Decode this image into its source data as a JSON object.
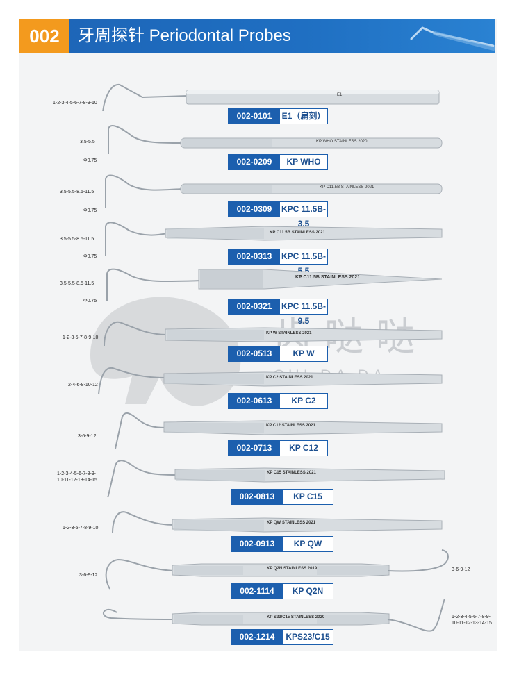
{
  "header": {
    "badge": "002",
    "title": "牙周探针 Periodontal Probes"
  },
  "watermark": {
    "cn": "齿哒哒",
    "en": "CHI DA DA"
  },
  "products": [
    {
      "code": "002-0101",
      "name": "E1（扁刻）",
      "markings": "1-2-3-4-5-6-7-8-9-10",
      "engraving": "E1"
    },
    {
      "code": "002-0209",
      "name": "KP WHO",
      "markings": "3.5-5.5",
      "diameter": "Φ0.75",
      "engraving": "KP WHO STAINLESS 2020"
    },
    {
      "code": "002-0309",
      "name": "KPC 11.5B-3.5",
      "markings": "3.5-5.5-8.5-11.5",
      "diameter": "Φ0.75",
      "engraving": "KP C11.5B STAINLESS 2021"
    },
    {
      "code": "002-0313",
      "name": "KPC 11.5B-5.5",
      "markings": "3.5-5.5-8.5-11.5",
      "diameter": "Φ0.75",
      "engraving": "KP C11.5B STAINLESS 2021"
    },
    {
      "code": "002-0321",
      "name": "KPC 11.5B-9.5",
      "markings": "3.5-5.5-8.5-11.5",
      "diameter": "Φ0.75",
      "engraving": "KP C11.5B STAINLESS 2021"
    },
    {
      "code": "002-0513",
      "name": "KP W",
      "markings": "1-2-3-5-7-8-9-10",
      "engraving": "KP W STAINLESS 2021"
    },
    {
      "code": "002-0613",
      "name": "KP C2",
      "markings": "2-4-6-8-10-12",
      "engraving": "KP C2 STAINLESS 2021"
    },
    {
      "code": "002-0713",
      "name": "KP C12",
      "markings": "3-6-9-12",
      "engraving": "KP C12 STAINLESS 2021"
    },
    {
      "code": "002-0813",
      "name": "KP C15",
      "markings": "1-2-3-4-5-6-7-8-9-\n10-11-12-13-14-15",
      "engraving": "KP C15 STAINLESS 2021"
    },
    {
      "code": "002-0913",
      "name": "KP QW",
      "markings": "1-2-3-5-7-8-9-10",
      "engraving": "KP QW STAINLESS 2021"
    },
    {
      "code": "002-1114",
      "name": "KP Q2N",
      "markings": "3-6-9-12",
      "markings_right": "3-6-9-12",
      "engraving": "KP Q2N STAINLESS 2019"
    },
    {
      "code": "002-1214",
      "name": "KPS23/C15",
      "markings_right": "1-2-3-4-5-6-7-8-9-\n10-11-12-13-14-15",
      "engraving": "KP S23/C15 STAINLESS 2020"
    }
  ]
}
